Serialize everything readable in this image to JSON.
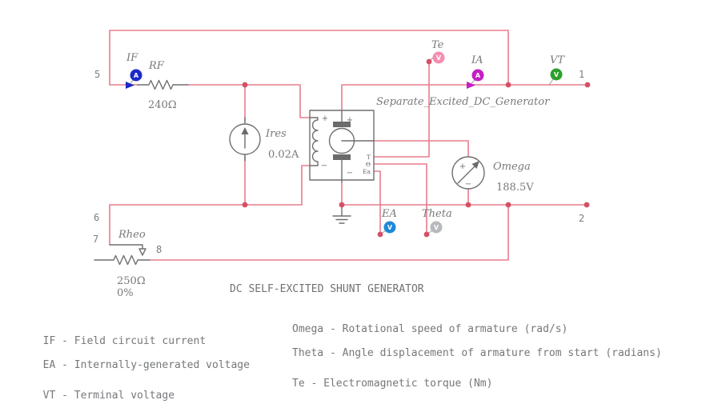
{
  "colors": {
    "background": "#ffffff",
    "wire": "#e87d8d",
    "junction_dot": "#d55064",
    "component": "#6f6f6f",
    "label_text": "#77797c",
    "legend_text": "#75777a",
    "probe_if": "#1b2ac8",
    "probe_te": "#f48fb1",
    "probe_ia": "#c41ec4",
    "probe_vt": "#2ca02c",
    "probe_ea": "#1e88d8",
    "probe_theta": "#b7b9bc"
  },
  "schematic": {
    "caption": "DC SELF-EXCITED SHUNT GENERATOR",
    "nodes": {
      "n1": "1",
      "n2": "2",
      "n5": "5",
      "n6": "6",
      "n7": "7",
      "n8": "8"
    },
    "components": {
      "rf": {
        "name": "RF",
        "value": "240Ω"
      },
      "ires": {
        "name": "Ires",
        "value": "0.02A"
      },
      "rheo": {
        "name": "Rheo",
        "value": "250Ω",
        "wiper": "0%"
      },
      "omega": {
        "name": "Omega",
        "value": "188.5V",
        "plus": "+",
        "minus": "−"
      }
    },
    "generator": {
      "label": "Separate_Excited_DC_Generator",
      "field_plus": "+",
      "field_minus": "−",
      "arm_plus": "+",
      "arm_minus": "−",
      "pin_t": "T",
      "pin_theta": "Θ",
      "pin_ea": "Ea"
    },
    "probes": {
      "if": {
        "label": "IF",
        "letter": "A"
      },
      "te": {
        "label": "Te",
        "letter": "V"
      },
      "ia": {
        "label": "IA",
        "letter": "A"
      },
      "vt": {
        "label": "VT",
        "letter": "V"
      },
      "ea": {
        "label": "EA",
        "letter": "V"
      },
      "theta": {
        "label": "Theta",
        "letter": "V"
      }
    }
  },
  "legend": {
    "rows": [
      {
        "left": "IF - Field circuit current",
        "right": "Omega - Rotational speed of armature (rad/s)"
      },
      {
        "left": "EA - Internally-generated voltage",
        "right": "Theta - Angle displacement of armature from start (radians)"
      },
      {
        "left": "VT - Terminal voltage",
        "right": "Te - Electromagnetic torque (Nm)"
      }
    ]
  }
}
